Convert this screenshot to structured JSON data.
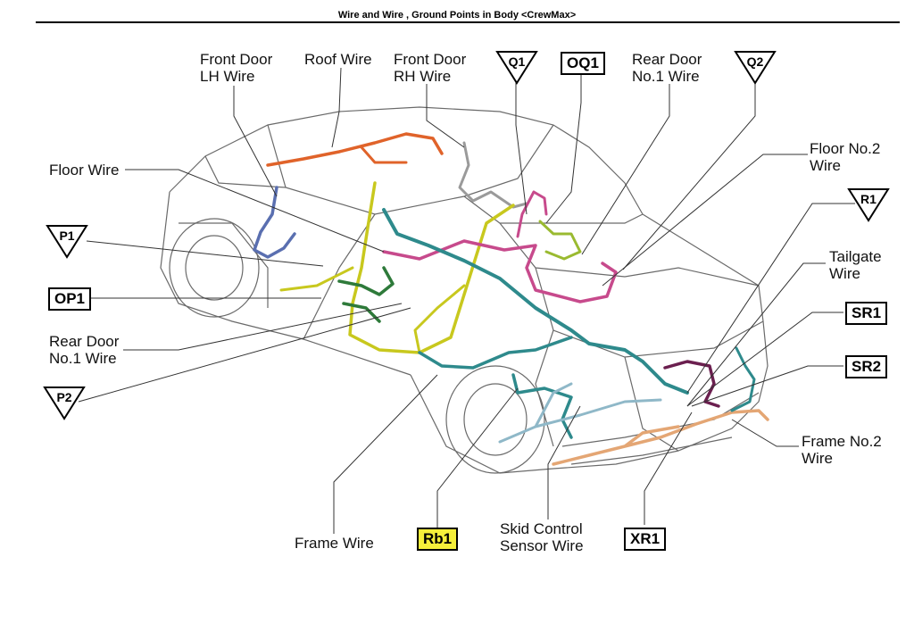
{
  "page": {
    "title": "Wire and Wire , Ground Points in Body <CrewMax>"
  },
  "labels": {
    "front_door_lh": [
      "Front Door",
      "LH Wire"
    ],
    "roof_wire": [
      "Roof Wire"
    ],
    "front_door_rh": [
      "Front Door",
      "RH Wire"
    ],
    "rear_door_no1_top": [
      "Rear Door",
      "No.1 Wire"
    ],
    "floor_wire": [
      "Floor Wire"
    ],
    "floor_no2": [
      "Floor No.2",
      "Wire"
    ],
    "tailgate": [
      "Tailgate",
      "Wire"
    ],
    "rear_door_no1_left": [
      "Rear Door",
      "No.1 Wire"
    ],
    "frame_no2": [
      "Frame No.2",
      "Wire"
    ],
    "frame_wire": [
      "Frame Wire"
    ],
    "skid_control": [
      "Skid Control",
      "Sensor Wire"
    ]
  },
  "ground_points": {
    "q1": "Q1",
    "oq1": "OQ1",
    "q2": "Q2",
    "r1": "R1",
    "p1": "P1",
    "op1": "OP1",
    "sr1": "SR1",
    "sr2": "SR2",
    "p2": "P2",
    "rb1": "Rb1",
    "xr1": "XR1"
  },
  "colors": {
    "roof": "#e0632a",
    "front_lh": "#5a6fb0",
    "floor": "#c8c81e",
    "floor2": "#c74a8c",
    "frame": "#2e8a8c",
    "frame_light": "#8fb8c8",
    "frame2": "#e4a674",
    "rear_door": "#2e7a3a",
    "tailgate": "#6b1f4f",
    "front_rh": "#9a9a9a",
    "highlight": "#f5ef3a",
    "outline": "#6a6a6a"
  }
}
